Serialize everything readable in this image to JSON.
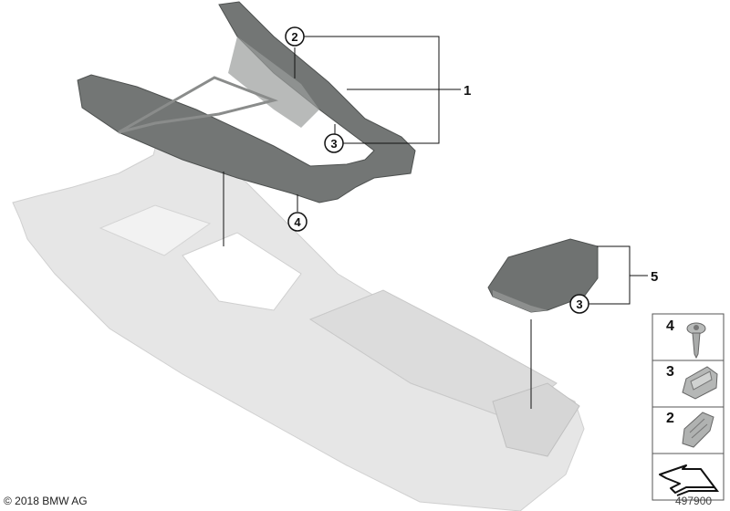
{
  "diagram": {
    "callouts": {
      "c2": "2",
      "c3_frame": "3",
      "c4": "4",
      "c3_cover": "3"
    },
    "labels": {
      "l1": "1",
      "l5": "5"
    },
    "legend": [
      {
        "number": "4",
        "part": "screw-icon"
      },
      {
        "number": "3",
        "part": "clip-nut-icon"
      },
      {
        "number": "2",
        "part": "spring-clip-icon"
      },
      {
        "number": "",
        "part": "arrow-direction-icon"
      }
    ],
    "colors": {
      "trim_dark": "#6e7170",
      "console_light": "#e4e4e4",
      "line": "#111111"
    }
  },
  "footer": {
    "copyright": "© 2018 BMW AG",
    "diagram_number": "497900"
  }
}
